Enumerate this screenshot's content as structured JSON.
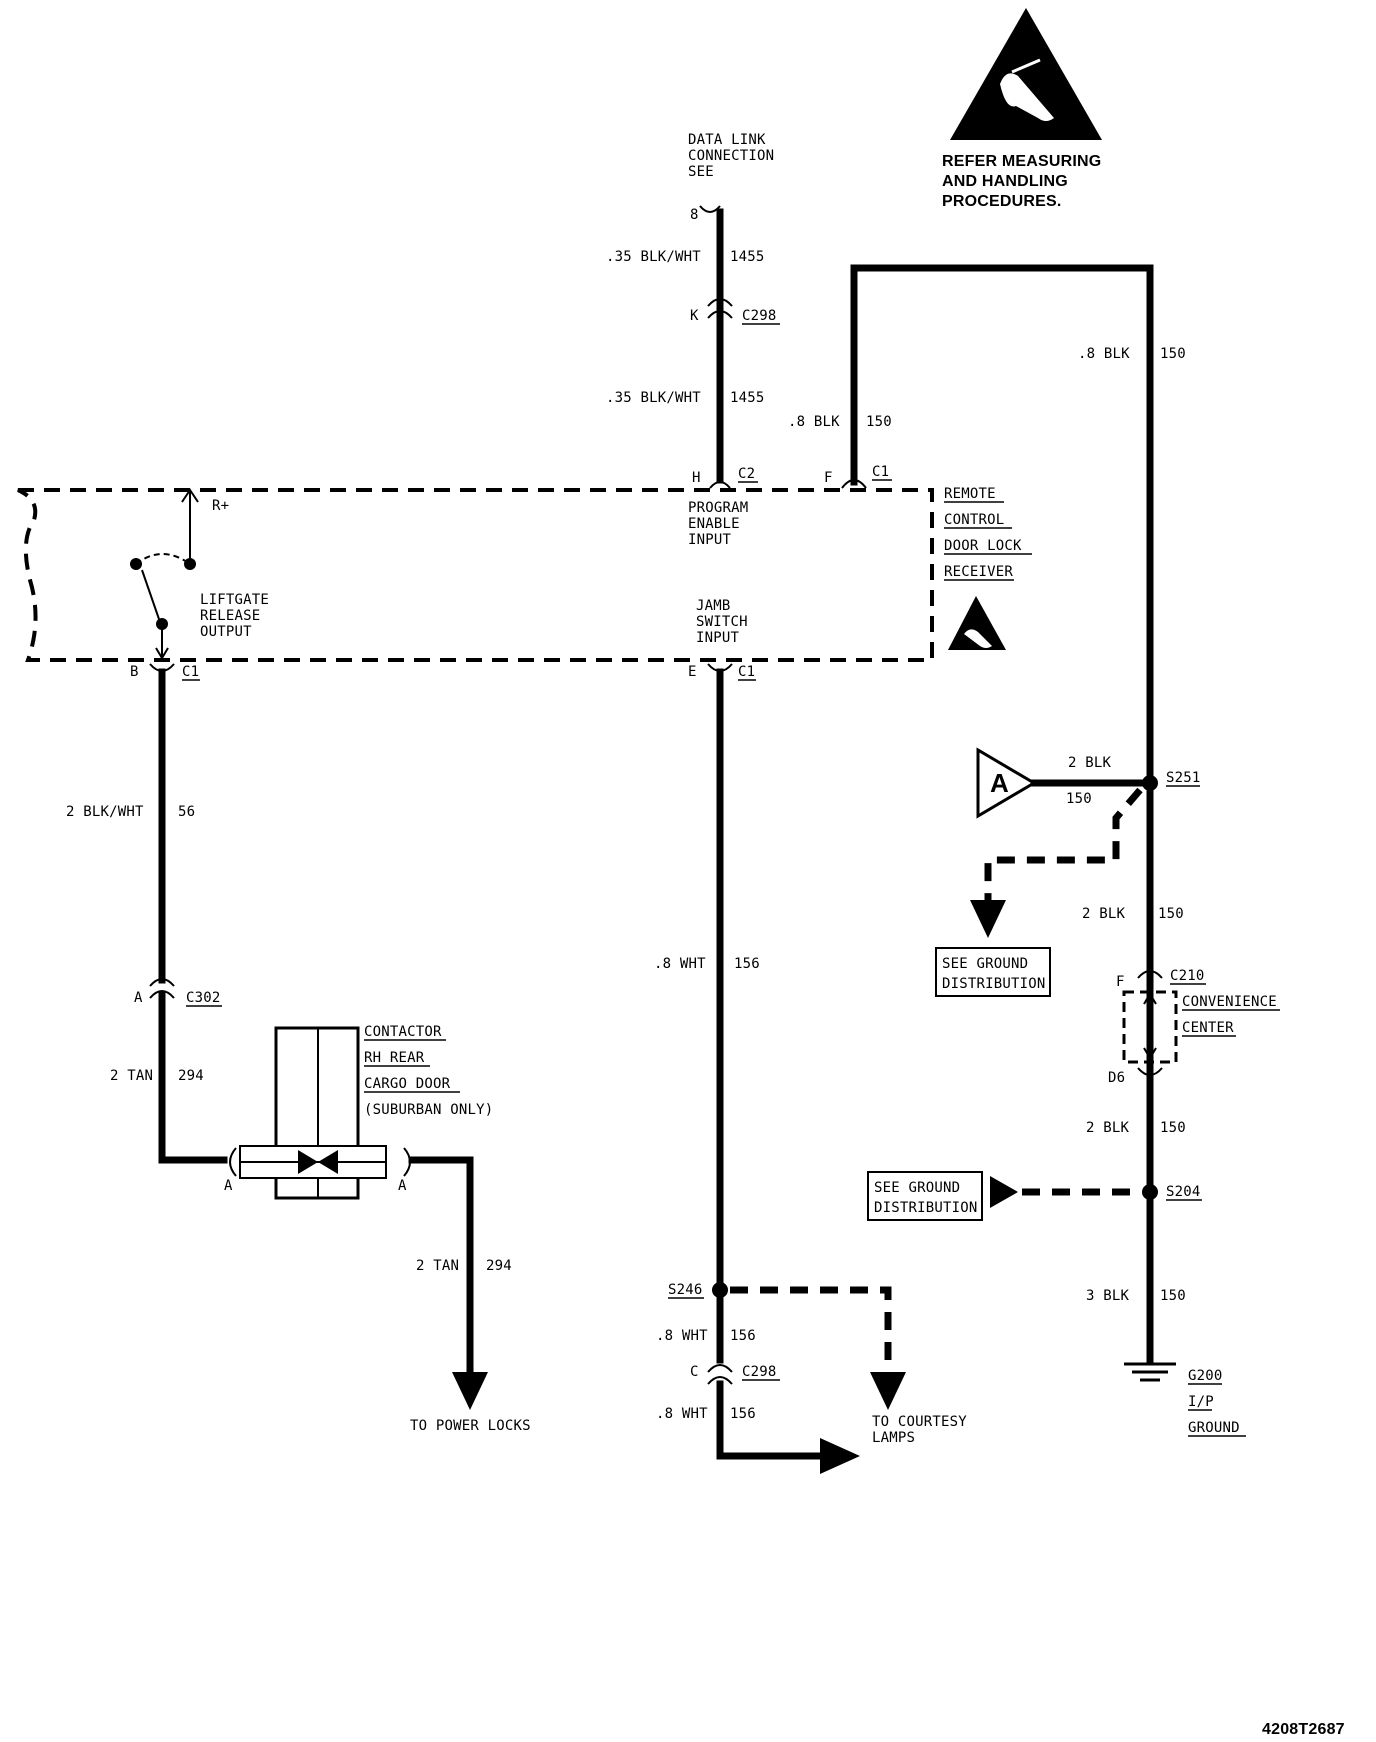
{
  "warning": {
    "caption_lines": [
      "REFER MEASURING",
      "AND HANDLING",
      "PROCEDURES."
    ]
  },
  "data_link": {
    "lines": [
      "DATA LINK",
      "CONNECTION",
      "SEE"
    ],
    "pin": "8",
    "wire1_gauge": ".35 BLK/WHT",
    "wire1_circuit": "1455",
    "conn_pin": "K",
    "conn_id": "C298",
    "wire2_gauge": ".35 BLK/WHT",
    "wire2_circuit": "1455"
  },
  "receiver": {
    "title_lines": [
      "REMOTE",
      "CONTROL",
      "DOOR LOCK",
      "RECEIVER"
    ],
    "program_pin": "H",
    "program_conn": "C2",
    "program_label": [
      "PROGRAM",
      "ENABLE",
      "INPUT"
    ],
    "ground_pin": "F",
    "ground_conn": "C1",
    "liftgate_label": [
      "LIFTGATE",
      "RELEASE",
      "OUTPUT"
    ],
    "r_plus": "R+",
    "liftgate_pin": "B",
    "liftgate_conn": "C1",
    "jamb_label": [
      "JAMB",
      "SWITCH",
      "INPUT"
    ],
    "jamb_pin": "E",
    "jamb_conn": "C1"
  },
  "ground_wires": {
    "top_gauge": ".8 BLK",
    "top_circuit": "150",
    "left_gauge": ".8 BLK",
    "left_circuit": "150"
  },
  "liftgate_circuit": {
    "wire_gauge": "2 BLK/WHT",
    "wire_circuit": "56",
    "conn_pin": "A",
    "conn_id": "C302",
    "wire2_gauge": "2 TAN",
    "wire2_circuit": "294",
    "contactor_lines": [
      "CONTACTOR",
      "RH REAR",
      "CARGO DOOR",
      "(SUBURBAN ONLY)"
    ],
    "contactor_pin_left": "A",
    "contactor_pin_right": "A",
    "wire3_gauge": "2 TAN",
    "wire3_circuit": "294",
    "destination": "TO POWER LOCKS"
  },
  "jamb_circuit": {
    "wire_gauge": ".8 WHT",
    "wire_circuit": "156",
    "splice": "S246",
    "wire2_gauge": ".8 WHT",
    "wire2_circuit": "156",
    "conn_pin": "C",
    "conn_id": "C298",
    "wire3_gauge": ".8 WHT",
    "wire3_circuit": "156",
    "courtesy": [
      "TO COURTESY",
      "LAMPS"
    ]
  },
  "ground_path": {
    "ref_letter": "A",
    "ref_gauge": "2 BLK",
    "ref_circuit": "150",
    "splice1": "S251",
    "see_ground_1": [
      "SEE GROUND",
      "DISTRIBUTION"
    ],
    "wire1_gauge": "2 BLK",
    "wire1_circuit": "150",
    "conv_pin_top": "F",
    "conv_conn": "C210",
    "conv_label": [
      "CONVENIENCE",
      "CENTER"
    ],
    "conv_pin_bottom": "D6",
    "wire2_gauge": "2 BLK",
    "wire2_circuit": "150",
    "see_ground_2": [
      "SEE GROUND",
      "DISTRIBUTION"
    ],
    "splice2": "S204",
    "wire3_gauge": "3 BLK",
    "wire3_circuit": "150",
    "ground_id": "G200",
    "ground_label": [
      "I/P",
      "GROUND"
    ]
  },
  "figure_id": "4208T2687"
}
